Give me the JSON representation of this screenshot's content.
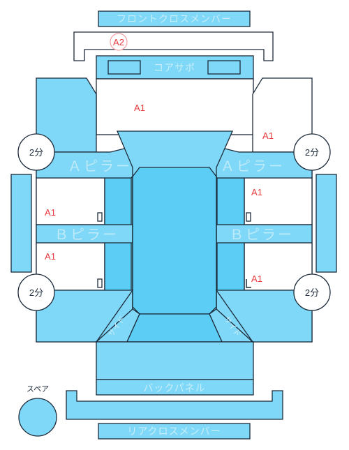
{
  "panels": {
    "front_cross_member": "フロントクロスメンバー",
    "core_support": "コアサポ",
    "a_pillar": "Ａピラー",
    "b_pillar": "Ｂピラー",
    "back_panel": "バックパネル",
    "rear_cross_member": "リアクロスメンバー",
    "side_small": "サイド",
    "spare": "スペア"
  },
  "marks": {
    "a1": "A1",
    "a2": "A2",
    "two_min": "2分"
  },
  "colors": {
    "panel": "#7fd8f7",
    "panel_dark": "#5ccdf4",
    "mark": "#e8383d",
    "outline": "#1d2b3a"
  }
}
